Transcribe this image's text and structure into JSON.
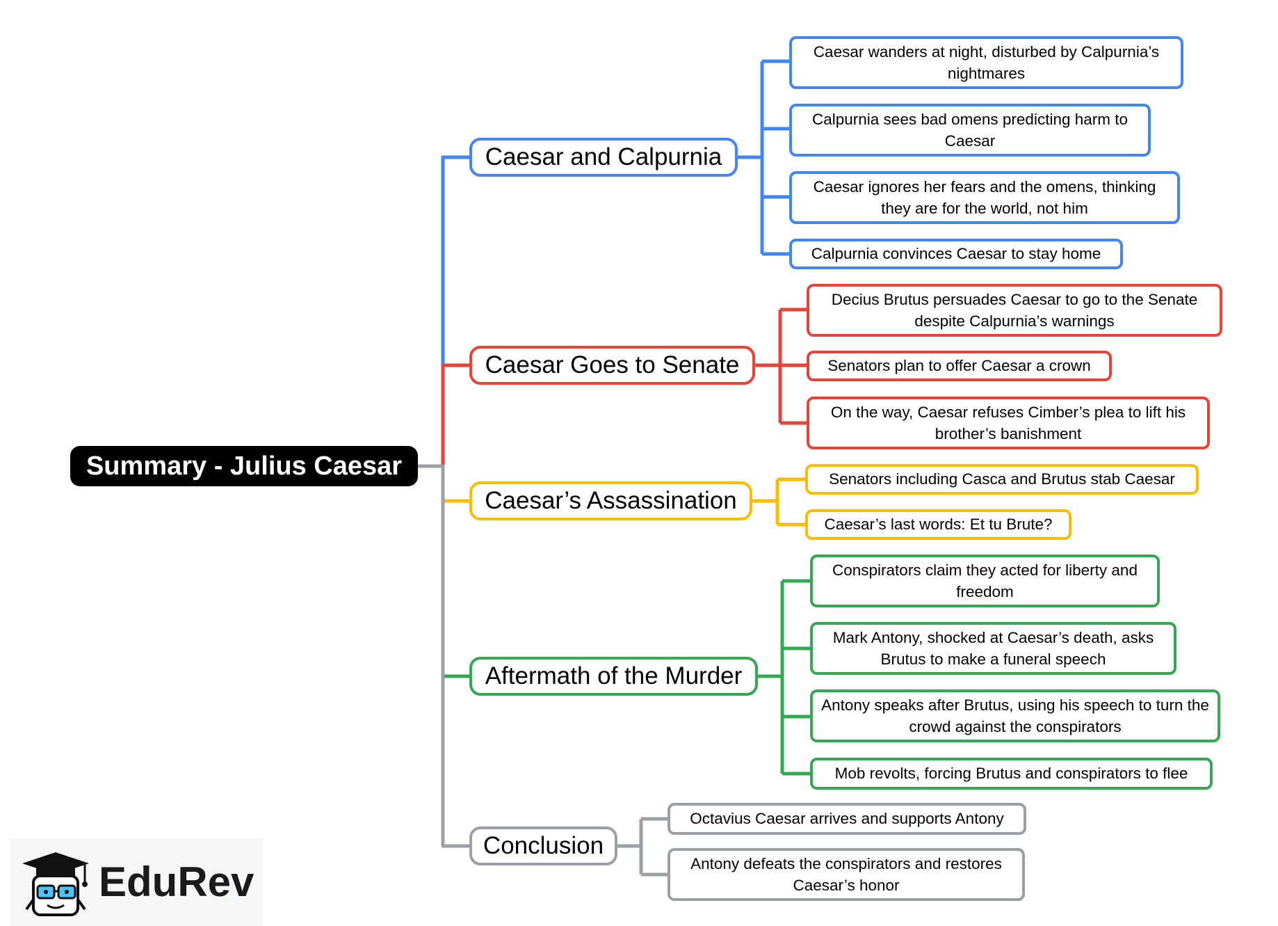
{
  "root": {
    "label": "Summary - Julius Caesar"
  },
  "branches": [
    {
      "label": "Caesar and Calpurnia",
      "color": "#4285f4",
      "items": [
        "Caesar wanders at night, disturbed by Calpurnia’s nightmares",
        "Calpurnia sees bad omens predicting harm to Caesar",
        "Caesar ignores her fears and the omens, thinking they are for the world, not him",
        "Calpurnia convinces Caesar to stay home"
      ]
    },
    {
      "label": "Caesar Goes to Senate",
      "color": "#ea4335",
      "items": [
        "Decius Brutus persuades Caesar to go to the Senate despite Calpurnia’s warnings",
        "Senators plan to offer Caesar a crown",
        "On the way, Caesar refuses Cimber’s plea to lift his brother’s banishment"
      ]
    },
    {
      "label": "Caesar’s Assassination",
      "color": "#fbbc04",
      "items": [
        "Senators including Casca and Brutus stab Caesar",
        "Caesar’s last words: Et tu Brute?"
      ]
    },
    {
      "label": "Aftermath of the Murder",
      "color": "#34a853",
      "items": [
        "Conspirators claim they acted for liberty and freedom",
        "Mark Antony, shocked at Caesar’s death, asks Brutus to make a funeral speech",
        "Antony speaks after Brutus, using his speech to turn the crowd against the conspirators",
        "Mob revolts, forcing Brutus and conspirators to flee"
      ]
    },
    {
      "label": "Conclusion",
      "color": "#9aa0a6",
      "items": [
        "Octavius Caesar arrives and supports Antony",
        "Antony defeats the conspirators and restores Caesar’s honor"
      ]
    }
  ],
  "logo": {
    "text": "EduRev"
  }
}
